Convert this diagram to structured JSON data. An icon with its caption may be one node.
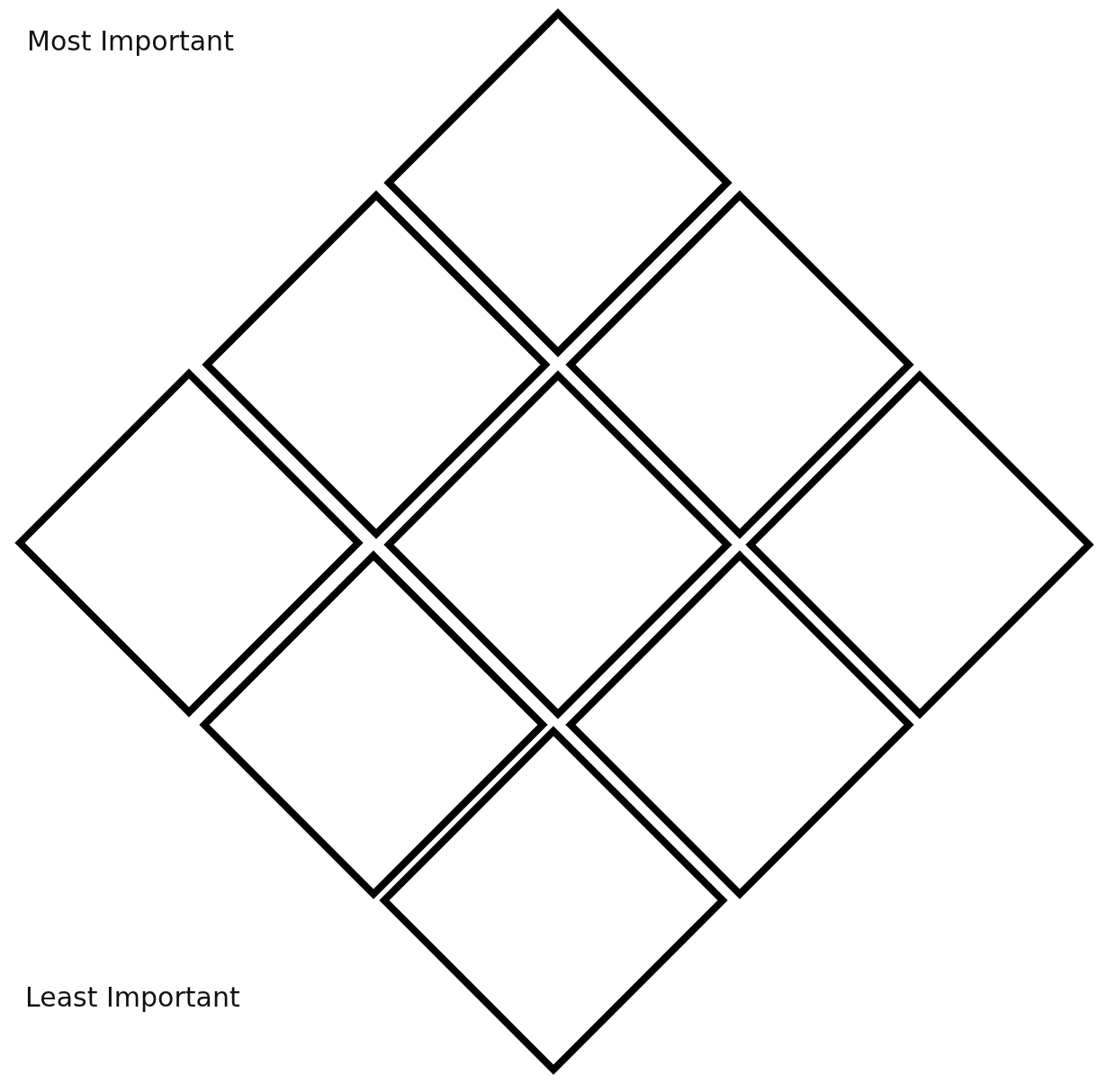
{
  "diagram": {
    "nodes": [
      {
        "text": [],
        "shape": "diamond"
      },
      {
        "text": [],
        "shape": "diamond"
      },
      {
        "text": [],
        "shape": "diamond"
      },
      {
        "text": [],
        "shape": "diamond"
      },
      {
        "text": [],
        "shape": "diamond"
      },
      {
        "text": [],
        "shape": "diamond"
      },
      {
        "text": [],
        "shape": "diamond"
      },
      {
        "text": [],
        "shape": "diamond"
      },
      {
        "text": [],
        "shape": "diamond"
      }
    ],
    "edges": [],
    "labels": [
      "Most Important",
      "Least Important"
    ]
  }
}
